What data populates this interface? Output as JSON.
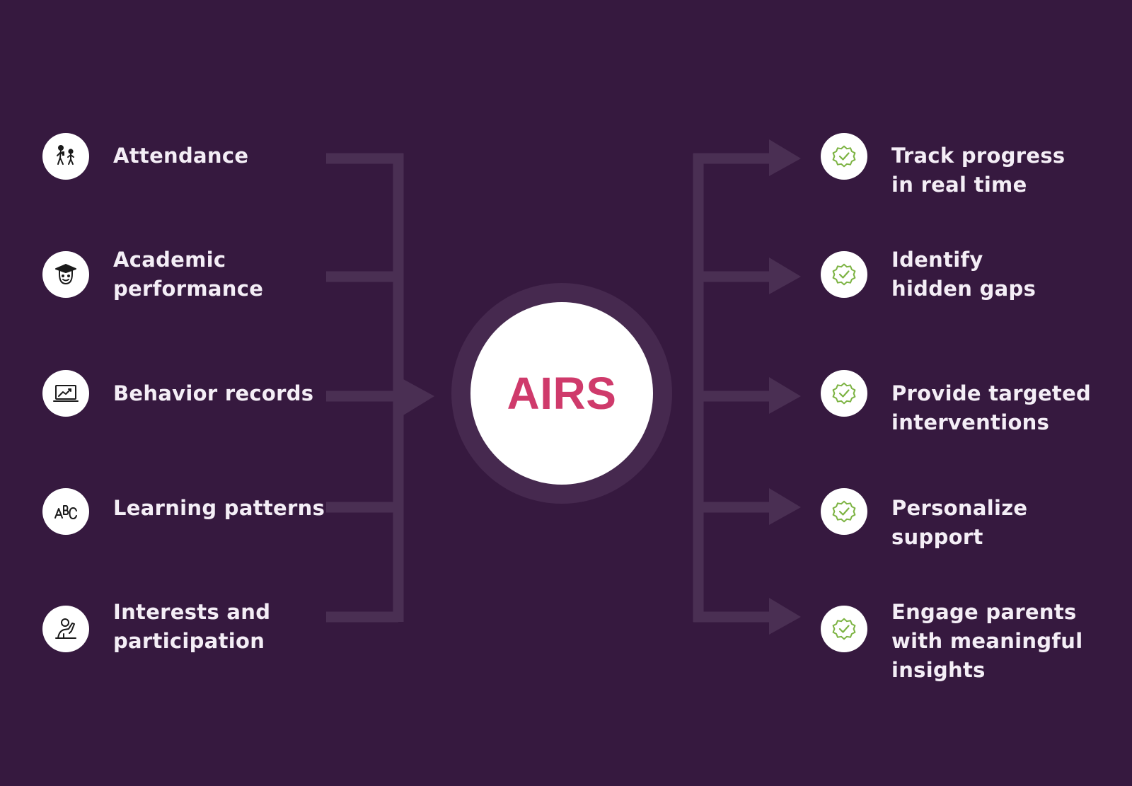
{
  "colors": {
    "background": "#36193f",
    "connector": "#4a2f53",
    "hub_ring": "#46294f",
    "hub_text": "#cf3a6b",
    "label_text": "#f4eef6",
    "check_green": "#7cb342"
  },
  "hub": {
    "title": "AIRS"
  },
  "inputs": [
    {
      "icon": "students-walking-icon",
      "lines": [
        "Attendance"
      ]
    },
    {
      "icon": "graduate-face-icon",
      "lines": [
        "Academic",
        "performance"
      ]
    },
    {
      "icon": "chart-screen-icon",
      "lines": [
        "Behavior records"
      ]
    },
    {
      "icon": "abc-letters-icon",
      "lines": [
        "Learning patterns"
      ]
    },
    {
      "icon": "raised-hand-person-icon",
      "lines": [
        "Interests and",
        "participation"
      ]
    }
  ],
  "outputs": [
    {
      "icon": "verified-badge-icon",
      "lines": [
        "Track progress",
        "in real time"
      ]
    },
    {
      "icon": "verified-badge-icon",
      "lines": [
        "Identify",
        "hidden gaps"
      ]
    },
    {
      "icon": "verified-badge-icon",
      "lines": [
        "Provide targeted",
        "interventions"
      ]
    },
    {
      "icon": "verified-badge-icon",
      "lines": [
        "Personalize",
        "support"
      ]
    },
    {
      "icon": "verified-badge-icon",
      "lines": [
        "Engage parents",
        "with meaningful",
        "insights"
      ]
    }
  ]
}
